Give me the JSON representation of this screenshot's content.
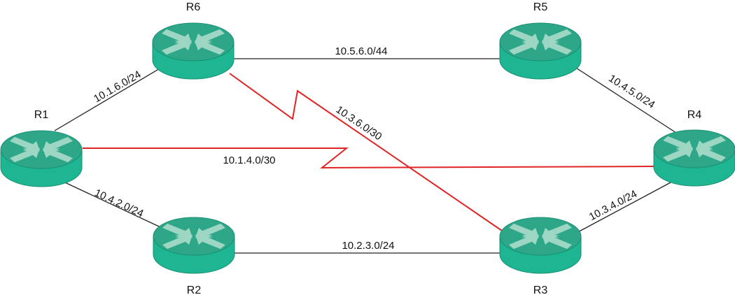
{
  "colors": {
    "router_top": "#2ea789",
    "router_side": "#1db592",
    "router_edge": "#1a8f74",
    "router_arrow": "#9dd6c3",
    "link": "#222222",
    "serial": "#e02424"
  },
  "routers": [
    {
      "id": "r1",
      "label": "R1"
    },
    {
      "id": "r2",
      "label": "R2"
    },
    {
      "id": "r3",
      "label": "R3"
    },
    {
      "id": "r4",
      "label": "R4"
    },
    {
      "id": "r5",
      "label": "R5"
    },
    {
      "id": "r6",
      "label": "R6"
    }
  ],
  "links": [
    {
      "id": "r6-r5",
      "label": "10.5.6.0/44",
      "type": "ethernet"
    },
    {
      "id": "r1-r6",
      "label": "10.1.6.0/24",
      "type": "ethernet"
    },
    {
      "id": "r5-r4",
      "label": "10.4.5.0/24",
      "type": "ethernet"
    },
    {
      "id": "r1-r4",
      "label": "10.1.4.0/30",
      "type": "serial"
    },
    {
      "id": "r6-r3",
      "label": "10.3.6.0/30",
      "type": "serial"
    },
    {
      "id": "r1-r2",
      "label": "10.4.2.0/24",
      "type": "ethernet"
    },
    {
      "id": "r2-r3",
      "label": "10.2.3.0/24",
      "type": "ethernet"
    },
    {
      "id": "r4-r3",
      "label": "10.3.4.0/24",
      "type": "ethernet"
    }
  ]
}
